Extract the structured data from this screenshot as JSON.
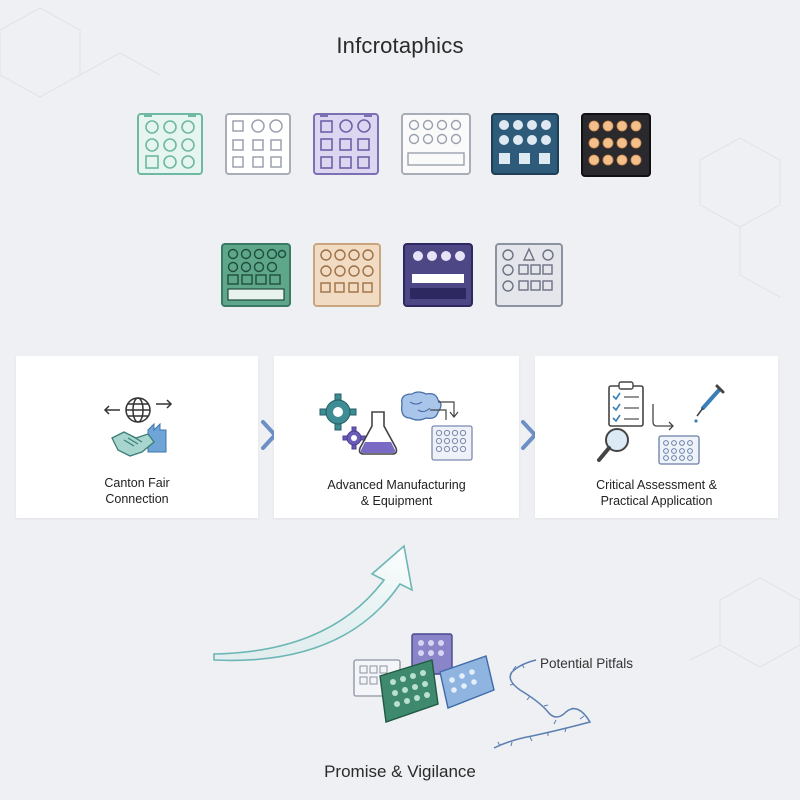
{
  "title": "Infcrotaphics",
  "plates_row1": [
    {
      "icon": "well-plate-icon",
      "style": "mint-circles",
      "color": "#dff3ec"
    },
    {
      "icon": "well-plate-icon",
      "style": "white-mixed",
      "color": "#ffffff"
    },
    {
      "icon": "well-plate-icon",
      "style": "lavender-mixed",
      "color": "#ddd6f0"
    },
    {
      "icon": "well-plate-icon",
      "style": "white-slot",
      "color": "#fafafa"
    },
    {
      "icon": "well-plate-icon",
      "style": "navy-mixed",
      "color": "#2f5b7a"
    },
    {
      "icon": "well-plate-icon",
      "style": "black-orange",
      "color": "#2a2a2e"
    }
  ],
  "plates_row2": [
    {
      "icon": "well-plate-icon",
      "style": "green-slot",
      "color": "#5fa78b"
    },
    {
      "icon": "well-plate-icon",
      "style": "peach-squares",
      "color": "#f1dcc3"
    },
    {
      "icon": "well-plate-icon",
      "style": "purple-slot",
      "color": "#4e4786"
    },
    {
      "icon": "well-plate-icon",
      "style": "grey-shapes",
      "color": "#e4e6ec"
    }
  ],
  "panels": [
    {
      "label_line1": "Canton Fair",
      "label_line2": "Connection",
      "icon": "handshake-globe-icon"
    },
    {
      "label_line1": "Advanced Manufacturing",
      "label_line2": "& Equipment",
      "icon": "gears-flask-brain-icon"
    },
    {
      "label_line1": "Critical Assessment &",
      "label_line2": "Practical Application",
      "icon": "checklist-magnifier-pipette-icon"
    }
  ],
  "bottom": {
    "pitfalls_label": "Potential Pitfals",
    "caption": "Promise & Vigilance"
  },
  "colors": {
    "background": "#eef0f3",
    "accent_blue": "#6c8fc4",
    "arrow_teal": "#6cb7b5"
  }
}
